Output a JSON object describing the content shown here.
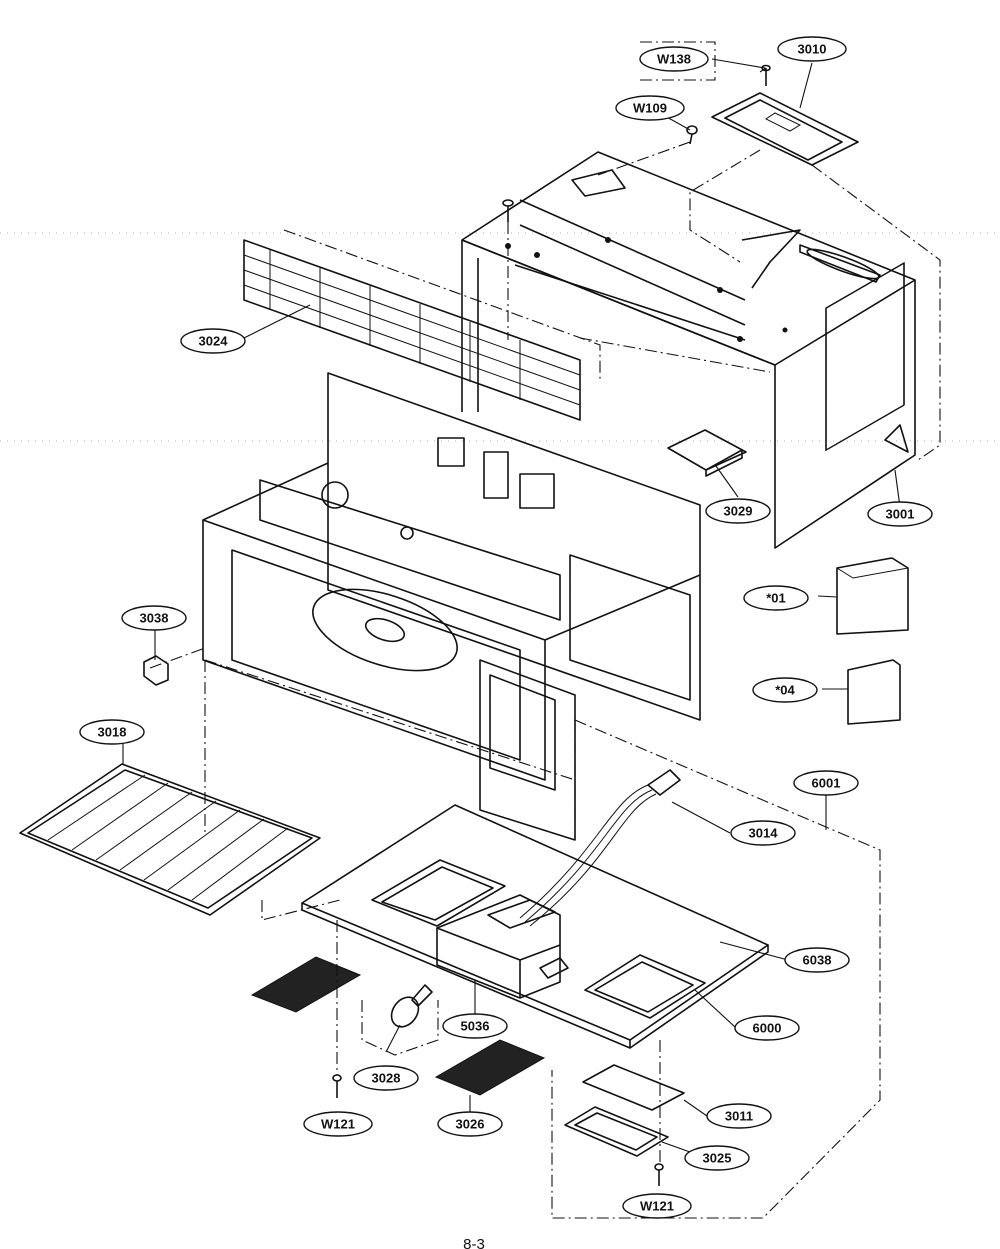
{
  "diagram": {
    "page_number": "8-3",
    "callouts": [
      {
        "id": "w138",
        "label": "W138"
      },
      {
        "id": "p3010",
        "label": "3010"
      },
      {
        "id": "w109",
        "label": "W109"
      },
      {
        "id": "p3024",
        "label": "3024"
      },
      {
        "id": "p3029",
        "label": "3029"
      },
      {
        "id": "p3001",
        "label": "3001"
      },
      {
        "id": "p01",
        "label": "*01"
      },
      {
        "id": "p04",
        "label": "*04"
      },
      {
        "id": "p3038",
        "label": "3038"
      },
      {
        "id": "p3018",
        "label": "3018"
      },
      {
        "id": "p6001",
        "label": "6001"
      },
      {
        "id": "p3014",
        "label": "3014"
      },
      {
        "id": "p6038",
        "label": "6038"
      },
      {
        "id": "p6000",
        "label": "6000"
      },
      {
        "id": "p5036",
        "label": "5036"
      },
      {
        "id": "p3028",
        "label": "3028"
      },
      {
        "id": "w121a",
        "label": "W121"
      },
      {
        "id": "p3026",
        "label": "3026"
      },
      {
        "id": "p3011",
        "label": "3011"
      },
      {
        "id": "p3025",
        "label": "3025"
      },
      {
        "id": "w121b",
        "label": "W121"
      }
    ]
  }
}
